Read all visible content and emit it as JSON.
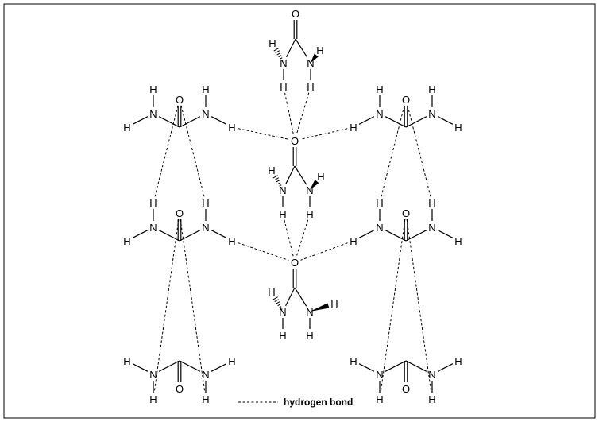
{
  "colors": {
    "background": "#ffffff",
    "ink": "#000000",
    "frame": "#000000"
  },
  "atoms": {
    "oxygen": "O",
    "nitrogen": "N",
    "hydrogen": "H"
  },
  "legend": {
    "label": "hydrogen bond"
  }
}
